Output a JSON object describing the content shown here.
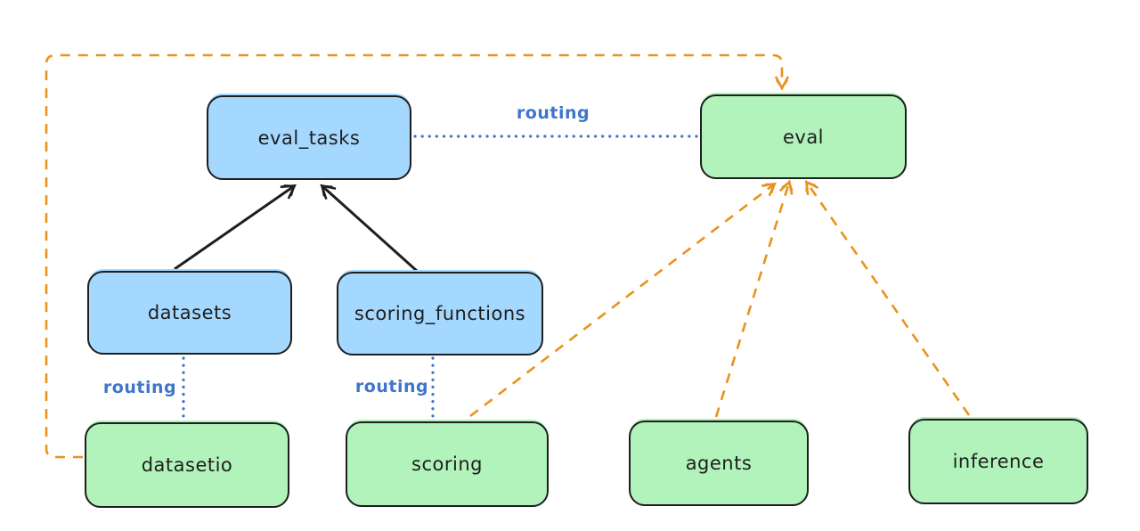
{
  "diagram": {
    "type": "dependency-graph",
    "nodes": {
      "eval_tasks": {
        "label": "eval_tasks",
        "color": "blue"
      },
      "eval": {
        "label": "eval",
        "color": "green"
      },
      "datasets": {
        "label": "datasets",
        "color": "blue"
      },
      "scoring_functions": {
        "label": "scoring_functions",
        "color": "blue"
      },
      "datasetio": {
        "label": "datasetio",
        "color": "green"
      },
      "scoring": {
        "label": "scoring",
        "color": "green"
      },
      "agents": {
        "label": "agents",
        "color": "green"
      },
      "inference": {
        "label": "inference",
        "color": "green"
      }
    },
    "edges": [
      {
        "from": "datasets",
        "to": "eval_tasks",
        "style": "solid",
        "color": "black",
        "label": ""
      },
      {
        "from": "scoring_functions",
        "to": "eval_tasks",
        "style": "solid",
        "color": "black",
        "label": ""
      },
      {
        "from": "eval_tasks",
        "to": "eval",
        "style": "dotted",
        "color": "blue",
        "label": "routing"
      },
      {
        "from": "datasets",
        "to": "datasetio",
        "style": "dotted",
        "color": "blue",
        "label": "routing"
      },
      {
        "from": "scoring_functions",
        "to": "scoring",
        "style": "dotted",
        "color": "blue",
        "label": "routing"
      },
      {
        "from": "datasetio",
        "to": "eval",
        "style": "dashed",
        "color": "orange",
        "label": ""
      },
      {
        "from": "scoring",
        "to": "eval",
        "style": "dashed",
        "color": "orange",
        "label": ""
      },
      {
        "from": "agents",
        "to": "eval",
        "style": "dashed",
        "color": "orange",
        "label": ""
      },
      {
        "from": "inference",
        "to": "eval",
        "style": "dashed",
        "color": "orange",
        "label": ""
      }
    ]
  },
  "colors": {
    "bg": "#ffffff",
    "ink": "#1e1e1e",
    "node-blue": "#a5d8ff",
    "node-green": "#b2f2bb",
    "accent-orange": "#e8931d",
    "routing-blue": "#4175c8"
  }
}
